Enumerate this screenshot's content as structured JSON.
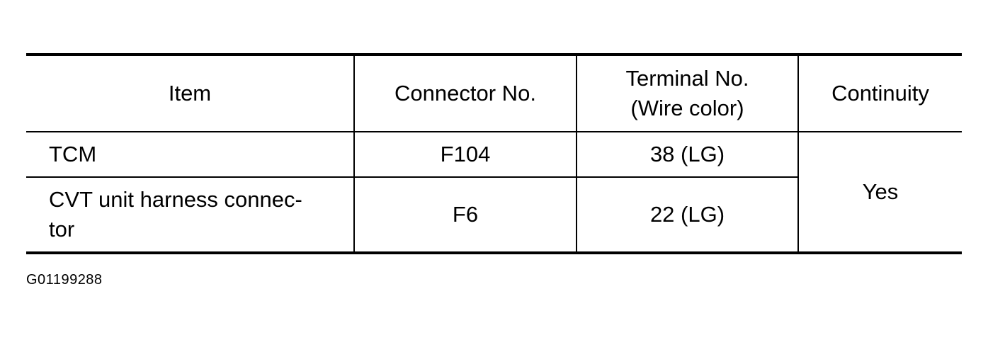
{
  "table": {
    "headers": {
      "item": "Item",
      "connector": "Connector No.",
      "terminal_line1": "Terminal No.",
      "terminal_line2": "(Wire color)",
      "continuity": "Continuity"
    },
    "rows": [
      {
        "item": "TCM",
        "connector": "F104",
        "terminal": "38 (LG)"
      },
      {
        "item_line1": "CVT unit harness connec-",
        "item_line2": "tor",
        "connector": "F6",
        "terminal": "22 (LG)"
      }
    ],
    "continuity_value": "Yes"
  },
  "figure_id": "G01199288"
}
